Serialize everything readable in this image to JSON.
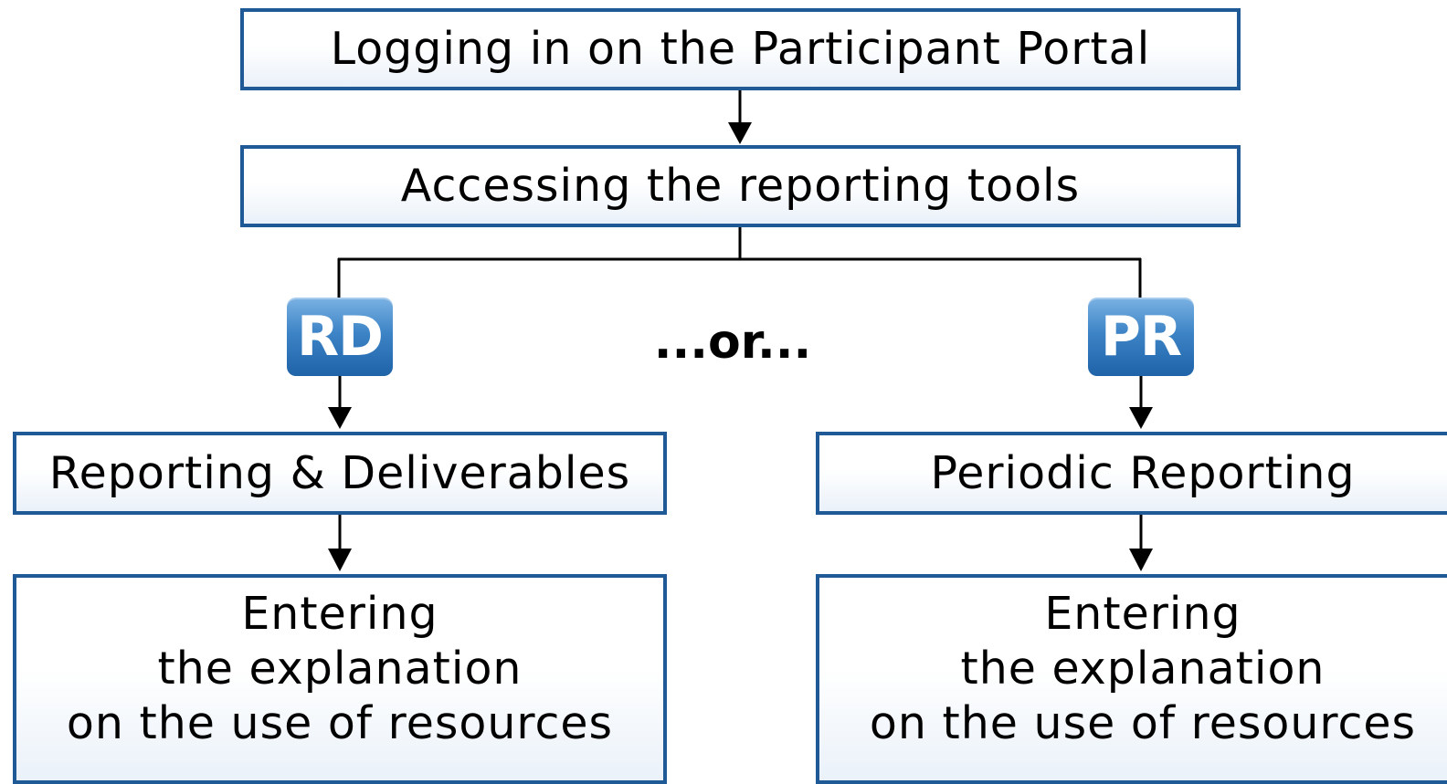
{
  "colors": {
    "box_border": "#1f5a96",
    "badge_blue": "#3d84c6",
    "connector": "#000000"
  },
  "steps": {
    "login": "Logging in on the Participant Portal",
    "access": "Accessing the reporting tools"
  },
  "separator": "...or...",
  "left_branch": {
    "badge": "RD",
    "tool": "Reporting & Deliverables",
    "entry_lines": [
      "Entering",
      "the explanation",
      "on the use of resources"
    ]
  },
  "right_branch": {
    "badge": "PR",
    "tool": "Periodic Reporting",
    "entry_lines": [
      "Entering",
      "the explanation",
      "on the use of resources"
    ]
  }
}
